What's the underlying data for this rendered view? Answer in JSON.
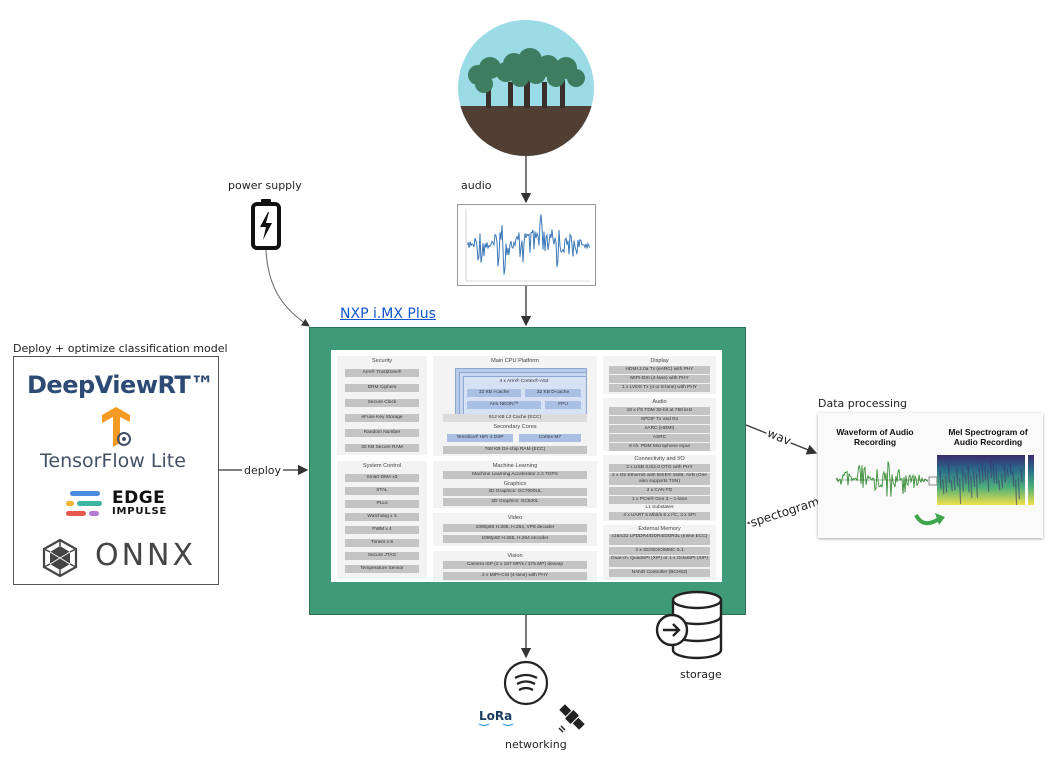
{
  "labels": {
    "power_supply": "power supply",
    "audio": "audio",
    "deploy_heading": "Deploy + optimize classification model",
    "deploy_arrow": "deploy",
    "nxp_title": "NXP i.MX Plus",
    "data_processing": "Data processing",
    "wav": "wav",
    "spectogram": "spectogram",
    "storage": "storage",
    "networking": "networking"
  },
  "deploy_logos": {
    "deepviewrt": "DeepViewRT™",
    "tensorflow": "TensorFlow",
    "tensorflow_lite": "Lite",
    "edge": "EDGE",
    "impulse": "IMPULSE",
    "onnx": "ONNX"
  },
  "network_icons": {
    "lora": "LoRa"
  },
  "data_processing_panel": {
    "waveform_title": "Waveform of Audio Recording",
    "spectrogram_title": "Mel Spectrogram of Audio Recording"
  },
  "chip": {
    "security": {
      "title": "Security",
      "items": [
        "Arm® TrustZone®",
        "DRM Ciphers",
        "Secure Clock",
        "eFuse Key Storage",
        "Random Number",
        "32 KB Secure RAM"
      ]
    },
    "system_control": {
      "title": "System Control",
      "items": [
        "Smart DMA x3",
        "XTAL",
        "PLLs",
        "Watchdog x 3",
        "PWM x 4",
        "Timers x 6",
        "Secure JTAG",
        "Temperature Sensor"
      ]
    },
    "main_cpu": {
      "title": "Main CPU Platform",
      "core": "4 x Arm® Cortex®-A53",
      "icache": "32 KB I-cache",
      "dcache": "32 KB D-cache",
      "neon": "Arm NEON™",
      "fpu": "FPU",
      "l2": "512 KB L2 Cache (ECC)",
      "secondary_title": "Secondary Cores",
      "dsp": "Tensilica® HiFi 4 DSP",
      "m7": "Cortex-M7",
      "onchip_ram": "768 KB On-chip RAM (ECC)"
    },
    "ml": {
      "title": "Machine Learning",
      "npu": "Machine Learning Accelerator 2.3 TOPS",
      "graphics_title": "Graphics",
      "gpu3d": "3D Graphics: GC7000UL",
      "gpu2d": "2D Graphics: GC520L"
    },
    "video": {
      "title": "Video",
      "decoder": "1080p60 H.265, H.264, VP8 decoder",
      "encoder": "1080p60 H.265, H.264 encoder"
    },
    "vision": {
      "title": "Vision",
      "isp": "Camera ISP (2 x 187 MP/s / 375 MP) dewarp",
      "mipi": "2 x MIPI-CSI (4-lane) with PHY"
    },
    "display": {
      "title": "Display",
      "items": [
        "HDMI 2.0a Tx (eARC) with PHY",
        "MIPI-DSI (4-lane) with PHY",
        "1 x LVDS Tx (4 or 8-lane) with PHY"
      ]
    },
    "audio": {
      "title": "Audio",
      "items": [
        "18 x I²S TDM 32-bit at 768 kHz",
        "SPDIF Tx and Rx",
        "eARC (HDMI)",
        "ASRC",
        "8 ch. PDM Microphone Input"
      ]
    },
    "connectivity": {
      "title": "Connectivity and I/O",
      "items": [
        "2 x USB 3.0/2.0 OTG with PHY",
        "2 x Gb Ethernet with IEEE® 1588, AVB (One also supports TSN)",
        "2 x CAN FD",
        "1 x PCIe® Gen 3 – 1-lane",
        "L1 Substates",
        "4 x UART 5 Mbit/s 6 x I²C, 3 x SPI"
      ]
    },
    "memory": {
      "title": "External Memory",
      "items": [
        "x16/x32 LPDDR4/DDR4/DDR3L (Inline ECC)",
        "3 x SD/SDIO/MMC 5.1",
        "Dual-ch. QuadSPI (XIP) or 1 x OctalSPI (XIP)",
        "NAND Controller (BCH62)"
      ]
    }
  },
  "colors": {
    "board": "#3f9a78",
    "wave": "#3a78b8",
    "link": "#1155cc"
  }
}
